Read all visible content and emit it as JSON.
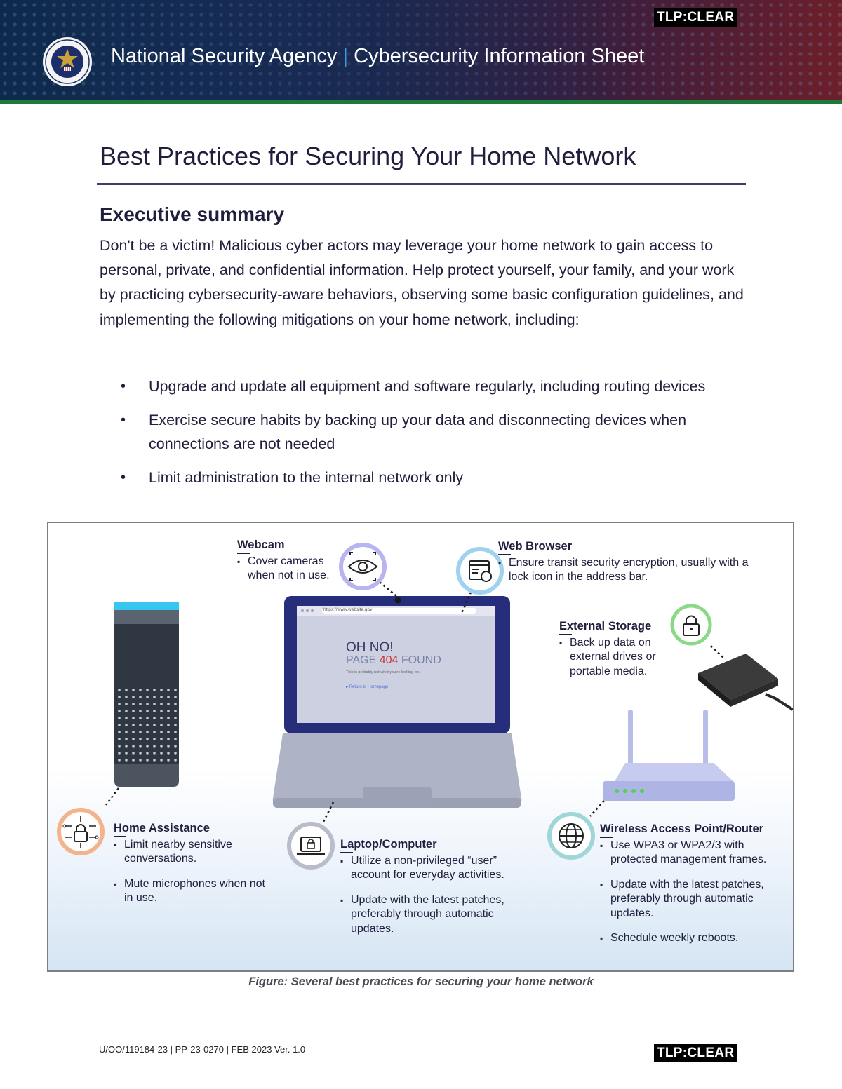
{
  "header": {
    "tlp": "TLP:CLEAR",
    "agency": "National Security Agency",
    "separator": "|",
    "doc_type": "Cybersecurity Information Sheet"
  },
  "title": "Best Practices for Securing Your Home Network",
  "executive_summary": {
    "heading": "Executive summary",
    "body": "Don't be a victim! Malicious cyber actors may leverage your home network to gain access to personal, private, and confidential information. Help protect yourself, your family, and your work by practicing cybersecurity-aware behaviors, observing some basic configuration guidelines, and implementing the following mitigations on your home network, including:",
    "bullets": [
      "Upgrade and update all equipment and software regularly, including routing devices",
      "Exercise secure habits by backing up your data and disconnecting devices when connections are not needed",
      "Limit administration to the internal network only"
    ]
  },
  "figure": {
    "screen": {
      "url": "https://www.website.gov",
      "heading": "OH NO!",
      "line_prefix": "PAGE ",
      "line_code": "404",
      "line_suffix": " FOUND",
      "sub": "This is probably not what you're looking for.",
      "link": "Return to Homepage"
    },
    "callouts": {
      "webcam": {
        "title": "Webcam",
        "items": [
          "Cover cameras when not in use."
        ]
      },
      "web_browser": {
        "title": "Web Browser",
        "items": [
          "Ensure transit security encryption, usually with a lock icon in the address bar."
        ]
      },
      "external_storage": {
        "title": "External Storage",
        "items": [
          "Back up data on external drives or portable media."
        ]
      },
      "home_assistance": {
        "title": "Home Assistance",
        "items": [
          "Limit nearby sensitive conversations.",
          "Mute microphones when not in use."
        ]
      },
      "laptop": {
        "title": "Laptop/Computer",
        "items": [
          "Utilize a non-privileged “user” account for everyday activities.",
          "Update with the latest patches, preferably through automatic updates."
        ]
      },
      "router": {
        "title": "Wireless Access Point/Router",
        "items": [
          "Use WPA3 or WPA2/3 with protected management frames.",
          "Update with the latest patches, preferably through automatic updates.",
          "Schedule weekly reboots."
        ]
      }
    },
    "caption": "Figure: Several best practices for securing your home network"
  },
  "footer": {
    "doc_id": "U/OO/119184-23 | PP-23-0270 | FEB 2023 Ver. 1.0",
    "tlp": "TLP:CLEAR"
  },
  "colors": {
    "banner_blue": "#0d2a4c",
    "banner_red": "#6a1f2a",
    "accent_green": "#1e7a3a",
    "separator_blue": "#3b9ddd",
    "text": "#1f1f3d",
    "error_red": "#c8342b"
  },
  "icons": [
    "nsa-seal",
    "eye-icon",
    "browser-lock-icon",
    "padlock-icon",
    "circuit-lock-icon",
    "laptop-lock-icon",
    "globe-icon"
  ]
}
